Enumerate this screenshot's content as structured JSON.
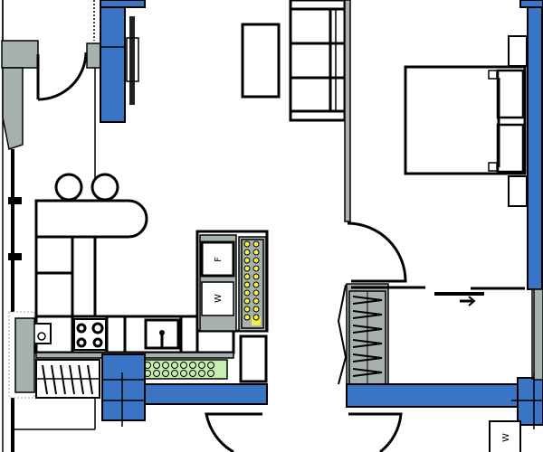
{
  "plan": {
    "labels": {
      "fridge": "F",
      "washer": "W",
      "washer_2": "W"
    },
    "colors": {
      "structural_wall": "#3a74c4",
      "partition": "#a7b2b0",
      "wine_rack": "#f2ef4a",
      "green_rack": "#c6eeb0",
      "line": "#000000"
    }
  }
}
